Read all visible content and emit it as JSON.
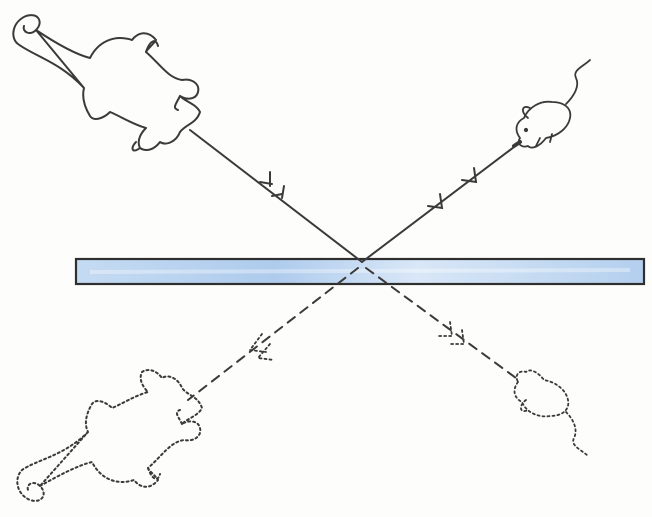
{
  "colors": {
    "paper": "#fdfdfb",
    "ink": "#3a3a3a",
    "mirror_fill": "#b9d3ee",
    "mirror_highlight": "#e3eefa",
    "mirror_border": "#2f2f2f"
  },
  "figures": {
    "cat": "cat-outline-solid",
    "mouse": "mouse-outline-solid",
    "cat_image": "cat-outline-dotted",
    "mouse_image": "mouse-outline-dotted"
  },
  "rays": {
    "incident_real": "solid-with-arrow",
    "reflected_virtual": "dashed-with-arrow"
  }
}
